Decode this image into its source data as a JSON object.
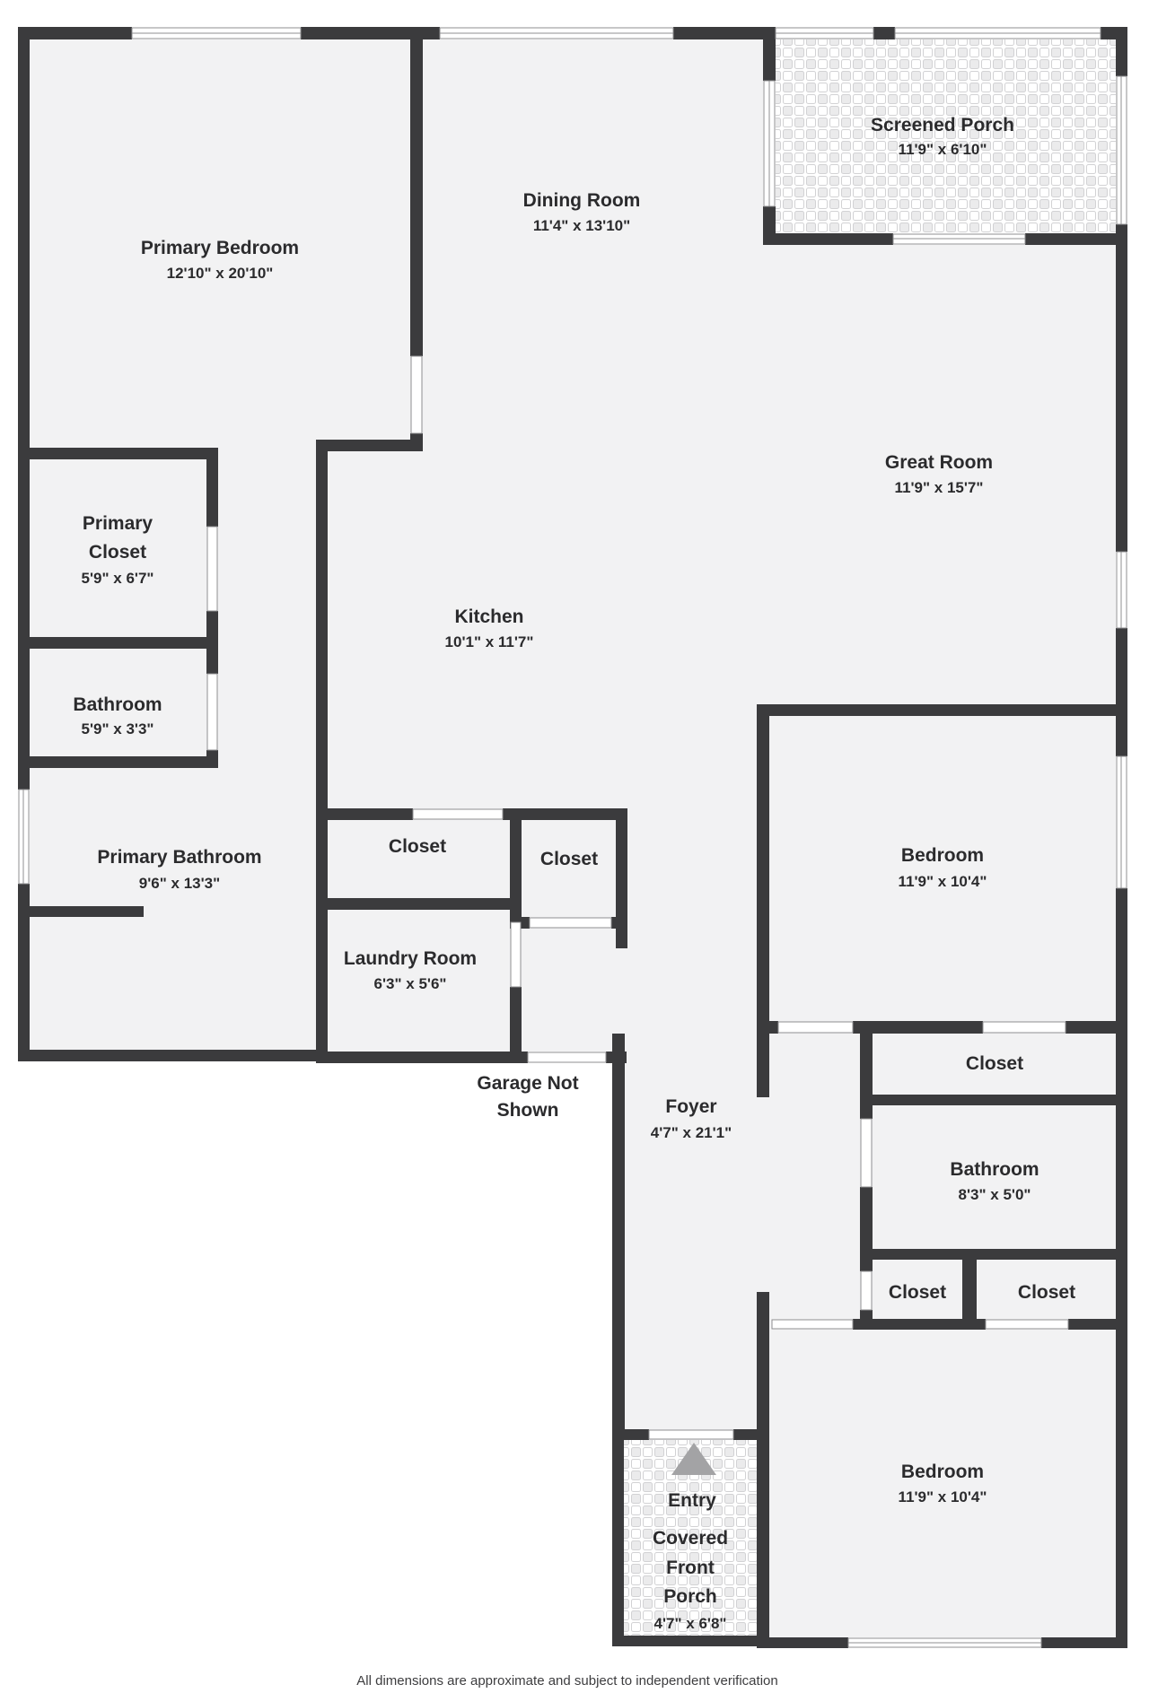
{
  "plan": {
    "type": "residential-floor-plan",
    "colors": {
      "wall": "#3b3b3d",
      "floor": "#f2f2f3",
      "label": "#2b2b2d",
      "porch_tile_line": "#d2d2d4",
      "porch_tile_fill": "#ebebec",
      "opening_outline": "#8f8f91",
      "entry_arrow": "#a3a3a5"
    },
    "rooms": {
      "primary_bedroom": {
        "name": "Primary Bedroom",
        "dims": "12'10\" x 20'10\""
      },
      "dining_room": {
        "name": "Dining Room",
        "dims": "11'4\" x 13'10\""
      },
      "screened_porch": {
        "name": "Screened Porch",
        "dims": "11'9\" x 6'10\""
      },
      "great_room": {
        "name": "Great Room",
        "dims": "11'9\" x 15'7\""
      },
      "primary_closet": {
        "line1": "Primary",
        "line2": "Closet",
        "dims": "5'9\" x 6'7\""
      },
      "kitchen": {
        "name": "Kitchen",
        "dims": "10'1\" x 11'7\""
      },
      "bathroom": {
        "name": "Bathroom",
        "dims": "5'9\" x 3'3\""
      },
      "primary_bathroom": {
        "name": "Primary Bathroom",
        "dims": "9'6\" x 13'3\""
      },
      "closet_hall_a": {
        "name": "Closet"
      },
      "closet_hall_b": {
        "name": "Closet"
      },
      "laundry_room": {
        "name": "Laundry Room",
        "dims": "6'3\" x 5'6\""
      },
      "garage_note": {
        "line1": "Garage Not",
        "line2": "Shown"
      },
      "foyer": {
        "name": "Foyer",
        "dims": "4'7\" x 21'1\""
      },
      "bedroom_mid": {
        "name": "Bedroom",
        "dims": "11'9\" x 10'4\""
      },
      "closet_bedroom": {
        "name": "Closet"
      },
      "bathroom_2": {
        "name": "Bathroom",
        "dims": "8'3\" x 5'0\""
      },
      "closet_bottom_a": {
        "name": "Closet"
      },
      "closet_bottom_b": {
        "name": "Closet"
      },
      "bedroom_bottom": {
        "name": "Bedroom",
        "dims": "11'9\" x 10'4\""
      },
      "entry": {
        "name": "Entry"
      },
      "covered_front_porch": {
        "line1": "Covered",
        "line2": "Front",
        "line3": "Porch",
        "dims": "4'7\" x 6'8\""
      }
    },
    "footer": "All dimensions are approximate and subject to independent verification"
  }
}
